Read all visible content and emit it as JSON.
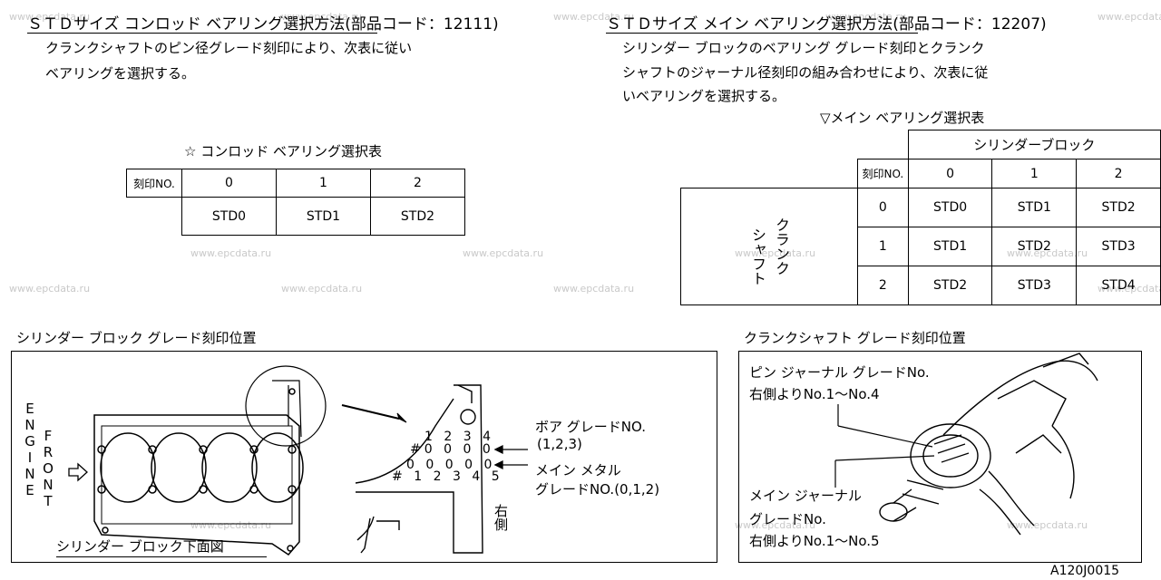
{
  "watermark": "www.epcdata.ru",
  "conrod": {
    "title": "ＳＴＤサイズ コンロッド ベアリング選択方法(部品コード：12111)",
    "desc_line1": "クランクシャフトのピン径グレード刻印により、次表に従い",
    "desc_line2": "ベアリングを選択する。",
    "table_title": "☆ コンロッド ベアリング選択表",
    "header_label": "刻印NO.",
    "columns": [
      "0",
      "1",
      "2"
    ],
    "values": [
      "STD0",
      "STD1",
      "STD2"
    ]
  },
  "main": {
    "title": "ＳＴＤサイズ メイン ベアリング選択方法(部品コード：12207)",
    "desc_line1": "シリンダー ブロックのベアリング グレード刻印とクランク",
    "desc_line2": "シャフトのジャーナル径刻印の組み合わせにより、次表に従",
    "desc_line3": "いベアリングを選択する。",
    "table_title": "▽メイン ベアリング選択表",
    "block_header": "シリンダーブロック",
    "header_label": "刻印NO.",
    "columns": [
      "0",
      "1",
      "2"
    ],
    "row_label_1": "クランク",
    "row_label_2": "シャフト",
    "rows": [
      {
        "no": "0",
        "values": [
          "STD0",
          "STD1",
          "STD2"
        ]
      },
      {
        "no": "1",
        "values": [
          "STD1",
          "STD2",
          "STD3"
        ]
      },
      {
        "no": "2",
        "values": [
          "STD2",
          "STD3",
          "STD4"
        ]
      }
    ]
  },
  "cyl_block": {
    "title": "シリンダー ブロック グレード刻印位置",
    "engine_front": [
      "ENGINE",
      "FRONT"
    ],
    "bottom_caption": "シリンダー ブロック下面図",
    "bore_label_1": "ボア グレードNO.",
    "bore_label_2": "(1,2,3)",
    "main_metal_label_1": "メイン メタル",
    "main_metal_label_2": "グレードNO.(0,1,2)",
    "right_side": "右側",
    "row1_nums": [
      "1",
      "2",
      "3",
      "4"
    ],
    "row2_hash": "#",
    "row2_marks": [
      "0",
      "0",
      "0",
      "0"
    ],
    "row3_marks": [
      "0",
      "0",
      "0",
      "0",
      "0"
    ],
    "row4_hash": "#",
    "row4_nums": [
      "1",
      "2",
      "3",
      "4",
      "5"
    ]
  },
  "crankshaft": {
    "title": "クランクシャフト グレード刻印位置",
    "pin_label_1": "ピン ジャーナル グレードNo.",
    "pin_label_2": "右側よりNo.1～No.4",
    "main_label_1": "メイン ジャーナル",
    "main_label_2": "グレードNo.",
    "main_label_3": "右側よりNo.1～No.5"
  },
  "figure_code": "A120J0015"
}
